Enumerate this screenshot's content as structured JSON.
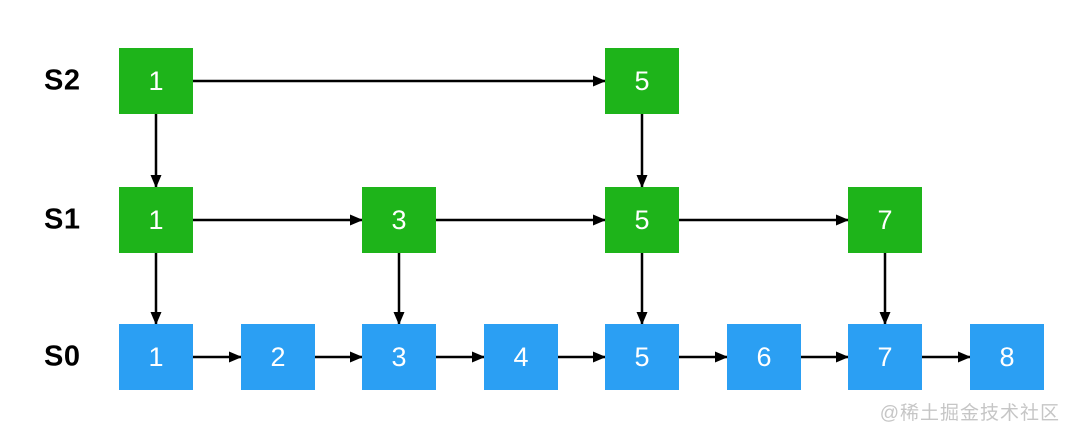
{
  "diagram": {
    "kind": "skip-list",
    "colors": {
      "green_node": "#1eb41a",
      "blue_node": "#2b9ff3",
      "node_text": "#ffffff",
      "arrow": "#000000",
      "label_text": "#000000",
      "watermark": "#c6c6c6",
      "background": "#ffffff"
    },
    "levels": [
      {
        "label": "S2",
        "color_key": "green_node",
        "nodes": [
          {
            "value": "1",
            "col": 0
          },
          {
            "value": "5",
            "col": 4
          }
        ]
      },
      {
        "label": "S1",
        "color_key": "green_node",
        "nodes": [
          {
            "value": "1",
            "col": 0
          },
          {
            "value": "3",
            "col": 2
          },
          {
            "value": "5",
            "col": 4
          },
          {
            "value": "7",
            "col": 6
          }
        ]
      },
      {
        "label": "S0",
        "color_key": "blue_node",
        "nodes": [
          {
            "value": "1",
            "col": 0
          },
          {
            "value": "2",
            "col": 1
          },
          {
            "value": "3",
            "col": 2
          },
          {
            "value": "4",
            "col": 3
          },
          {
            "value": "5",
            "col": 4
          },
          {
            "value": "6",
            "col": 5
          },
          {
            "value": "7",
            "col": 6
          },
          {
            "value": "8",
            "col": 7
          }
        ]
      }
    ],
    "links": {
      "horizontal": [
        {
          "level": "S2",
          "from": "1",
          "to": "5"
        },
        {
          "level": "S1",
          "from": "1",
          "to": "3"
        },
        {
          "level": "S1",
          "from": "3",
          "to": "5"
        },
        {
          "level": "S1",
          "from": "5",
          "to": "7"
        },
        {
          "level": "S0",
          "from": "1",
          "to": "2"
        },
        {
          "level": "S0",
          "from": "2",
          "to": "3"
        },
        {
          "level": "S0",
          "from": "3",
          "to": "4"
        },
        {
          "level": "S0",
          "from": "4",
          "to": "5"
        },
        {
          "level": "S0",
          "from": "5",
          "to": "6"
        },
        {
          "level": "S0",
          "from": "6",
          "to": "7"
        },
        {
          "level": "S0",
          "from": "7",
          "to": "8"
        }
      ],
      "vertical": [
        {
          "from_level": "S2",
          "to_level": "S1",
          "value": "1"
        },
        {
          "from_level": "S2",
          "to_level": "S1",
          "value": "5"
        },
        {
          "from_level": "S1",
          "to_level": "S0",
          "value": "1"
        },
        {
          "from_level": "S1",
          "to_level": "S0",
          "value": "3"
        },
        {
          "from_level": "S1",
          "to_level": "S0",
          "value": "5"
        },
        {
          "from_level": "S1",
          "to_level": "S0",
          "value": "7"
        }
      ]
    },
    "watermark": "@稀土掘金技术社区"
  }
}
